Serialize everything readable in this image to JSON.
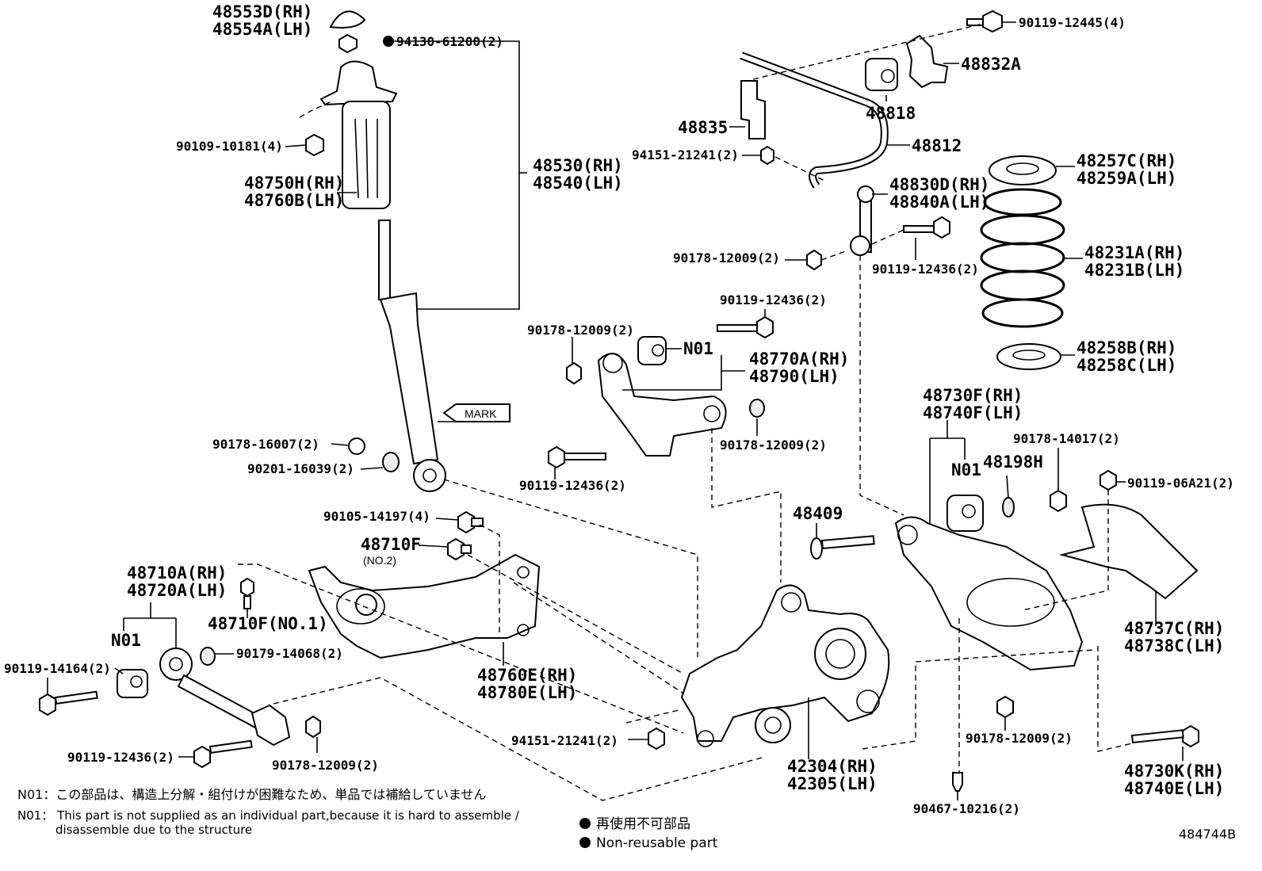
{
  "labels": {
    "p48553D": "48553D(RH)",
    "p48554A": "48554A(LH)",
    "p94130": "94130-61200(2)",
    "p90109": "90109-10181(4)",
    "p48750H": "48750H(RH)",
    "p48760B": "48760B(LH)",
    "p48530": "48530(RH)",
    "p48540": "48540(LH)",
    "mark": "MARK",
    "p90178_16007": "90178-16007(2)",
    "p90201": "90201-16039(2)",
    "p90119_12445": "90119-12445(4)",
    "p48832A": "48832A",
    "p48818": "48818",
    "p48835": "48835",
    "p48812": "48812",
    "p94151_top": "94151-21241(2)",
    "p48830D": "48830D(RH)",
    "p48840A": "48840A(LH)",
    "p90178_12009_a": "90178-12009(2)",
    "p90119_12436_a": "90119-12436(2)",
    "p48257C": "48257C(RH)",
    "p48259A": "48259A(LH)",
    "p48231A": "48231A(RH)",
    "p48231B": "48231B(LH)",
    "p48258B": "48258B(RH)",
    "p48258C": "48258C(LH)",
    "p90119_12436_b": "90119-12436(2)",
    "p90178_12009_b": "90178-12009(2)",
    "n01_a": "N01",
    "p48770A": "48770A(RH)",
    "p48790": "48790(LH)",
    "p90178_12009_c": "90178-12009(2)",
    "p90119_12436_c": "90119-12436(2)",
    "p48730F": "48730F(RH)",
    "p48740F": "48740F(LH)",
    "p90178_14017": "90178-14017(2)",
    "n01_b": "N01",
    "p48198H": "48198H",
    "p90119_06A21": "90119-06A21(2)",
    "p48409": "48409",
    "p90105": "90105-14197(4)",
    "p48710F": "48710F",
    "no2": "(NO.2)",
    "p48710A": "48710A(RH)",
    "p48720A": "48720A(LH)",
    "p48710F_no1": "48710F(NO.1)",
    "n01_c": "N01",
    "p90119_14164": "90119-14164(2)",
    "p90179_14068": "90179-14068(2)",
    "p48760E": "48760E(RH)",
    "p48780E": "48780E(LH)",
    "p48737C": "48737C(RH)",
    "p48738C": "48738C(LH)",
    "p94151_bot": "94151-21241(2)",
    "p42304": "42304(RH)",
    "p42305": "42305(LH)",
    "p90178_12009_d": "90178-12009(2)",
    "p90119_12436_d": "90119-12436(2)",
    "p90178_12009_e": "90178-12009(2)",
    "p48730K": "48730K(RH)",
    "p48740E": "48740E(LH)",
    "p90467": "90467-10216(2)"
  },
  "notes": {
    "jp": "N01：この部品は、構造上分解・組付けが困難なため、単品では補給していません",
    "en_1": "N01： This part is not supplied as an individual part,because it is hard to assemble /",
    "en_2": "disassemble due to the structure"
  },
  "legend": {
    "jp": "再使用不可部品",
    "en": "Non-reusable part"
  },
  "figure_id": "484744B"
}
